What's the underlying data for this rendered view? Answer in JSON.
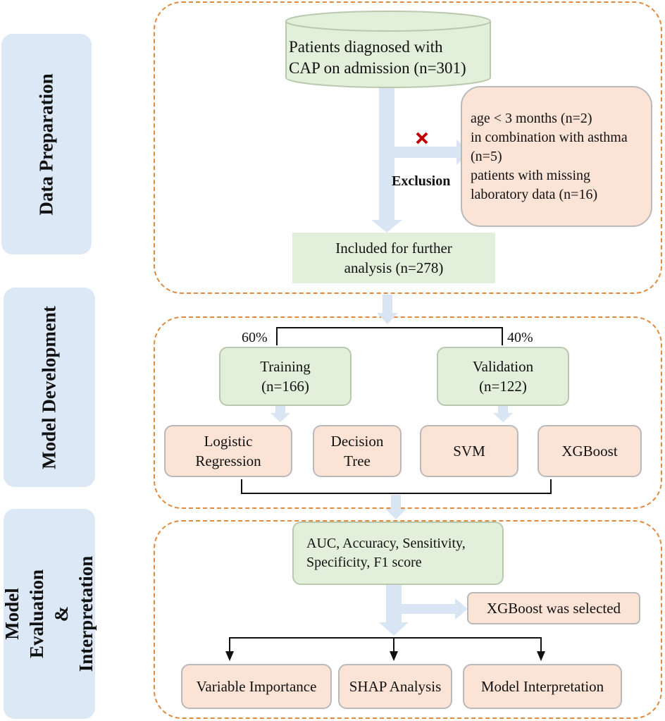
{
  "stages": {
    "data_preparation": "Data Preparation",
    "model_development": "Model Development",
    "model_evaluation": "Model Evaluation\n& Interpretation"
  },
  "data_prep": {
    "patients": "Patients diagnosed with\nCAP on admission (n=301)",
    "exclusion_criteria": "age < 3 months (n=2)\nin combination with asthma\n(n=5)\npatients with missing\nlaboratory data (n=16)",
    "exclusion_label": "Exclusion",
    "included": "Included for further\nanalysis (n=278)"
  },
  "model_dev": {
    "split_train_pct": "60%",
    "split_val_pct": "40%",
    "training": "Training\n(n=166)",
    "validation": "Validation\n(n=122)",
    "models": [
      "Logistic\nRegression",
      "Decision\nTree",
      "SVM",
      "XGBoost"
    ]
  },
  "model_eval": {
    "metrics": "AUC, Accuracy, Sensitivity,\nSpecificity, F1 score",
    "selected": "XGBoost was selected",
    "outputs": [
      "Variable Importance",
      "SHAP Analysis",
      "Model Interpretation"
    ]
  },
  "colors": {
    "sidebar": "#dce8f5",
    "dashed_border": "#e08a3e",
    "green_box": "#e2efda",
    "peach_box": "#fbe3d6",
    "arrow": "#dae5f3",
    "exclusion_mark": "#c00000"
  }
}
